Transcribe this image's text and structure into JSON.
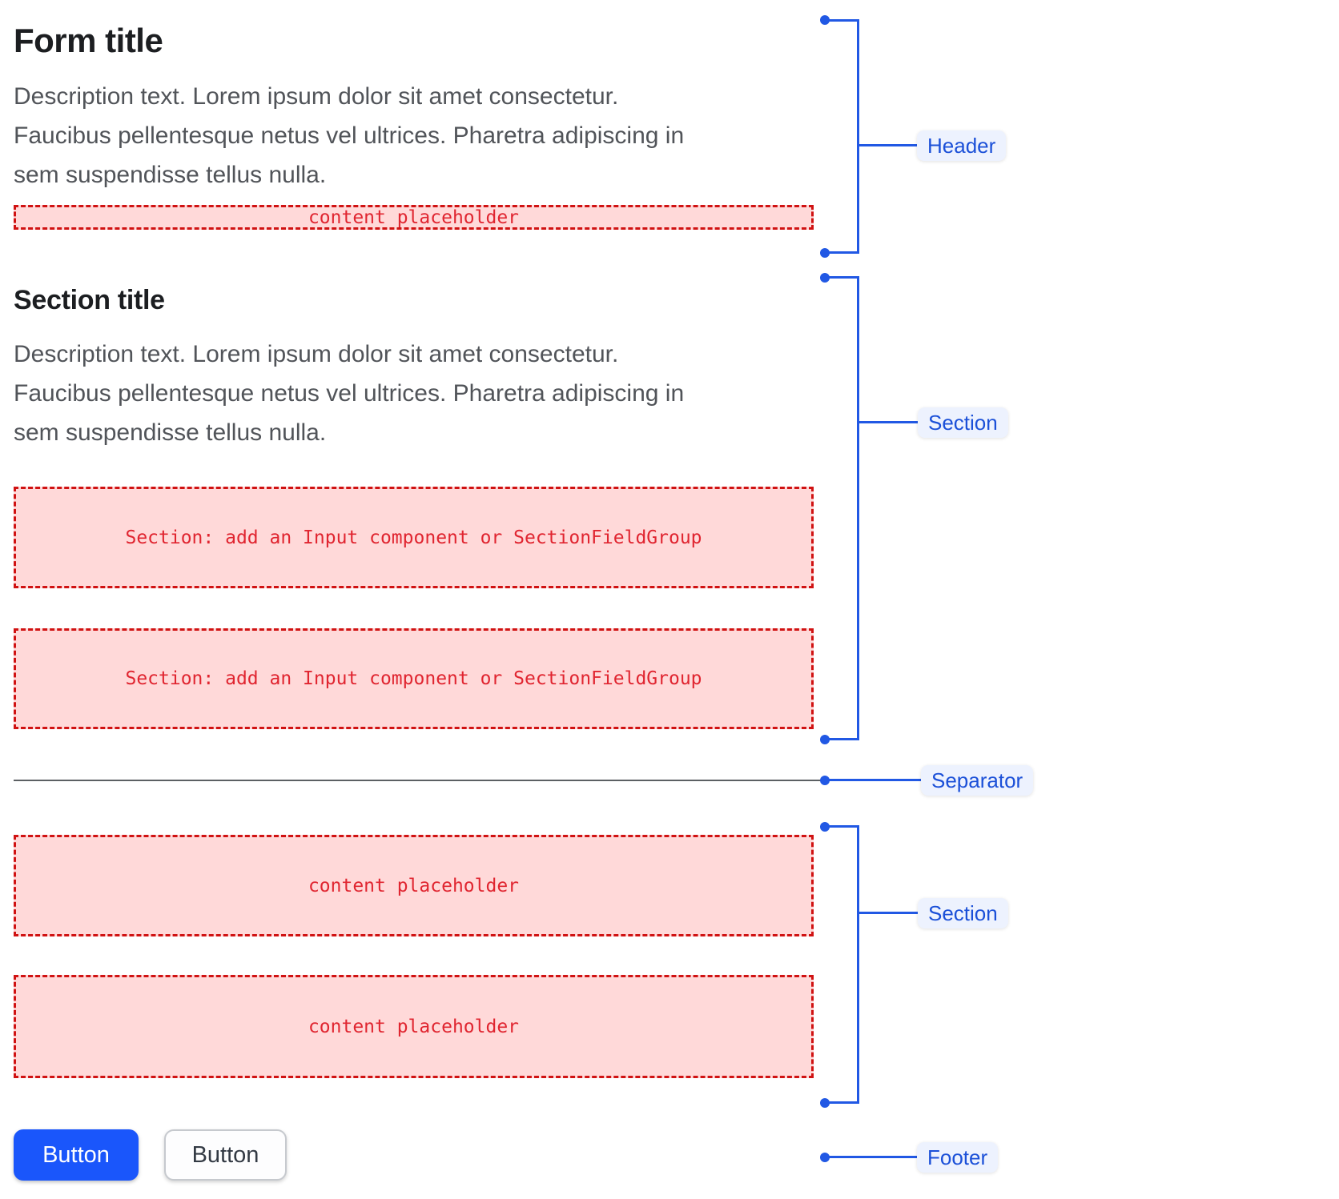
{
  "header": {
    "title": "Form title",
    "description_lines": [
      "Description text. Lorem ipsum dolor sit amet consectetur.",
      "Faucibus pellentesque netus vel ultrices. Pharetra adipiscing in",
      "sem suspendisse tellus nulla."
    ],
    "placeholder": "content placeholder"
  },
  "section": {
    "title": "Section title",
    "description_lines": [
      "Description text. Lorem ipsum dolor sit amet consectetur.",
      "Faucibus pellentesque netus vel ultrices. Pharetra adipiscing in",
      "sem suspendisse tellus nulla."
    ],
    "placeholders": [
      "Section: add an Input component or SectionFieldGroup",
      "Section: add an Input component or SectionFieldGroup"
    ]
  },
  "lower_section": {
    "placeholders": [
      "content placeholder",
      "content placeholder"
    ]
  },
  "footer": {
    "buttons": [
      {
        "label": "Button",
        "variant": "primary"
      },
      {
        "label": "Button",
        "variant": "secondary"
      }
    ]
  },
  "annotations": {
    "header_label": "Header",
    "section_label_1": "Section",
    "separator_label": "Separator",
    "section_label_2": "Section",
    "footer_label": "Footer"
  },
  "colors": {
    "annotation_blue": "#2158e4",
    "annotation_label_bg": "#edf2fe",
    "annotation_label_text": "#1b50d8",
    "placeholder_bg": "#ffd9d9",
    "placeholder_border": "#d01212",
    "placeholder_text": "#e02530",
    "primary_button_bg": "#1a56fb",
    "separator_line": "#5c6063",
    "title_text": "#1c1e21",
    "description_text": "#515459"
  }
}
